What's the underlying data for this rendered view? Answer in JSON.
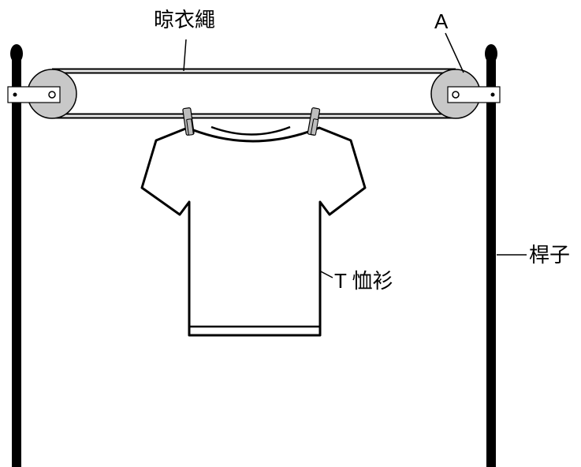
{
  "labels": {
    "clothesline": "晾衣繩",
    "point_a": "A",
    "pole": "桿子",
    "tshirt": "T 恤衫"
  },
  "colors": {
    "stroke": "#000000",
    "pulley_fill": "#c8c8c8",
    "rope_fill": "#e6e6e6",
    "clip_fill": "#bdbdbd",
    "background": "#ffffff"
  }
}
